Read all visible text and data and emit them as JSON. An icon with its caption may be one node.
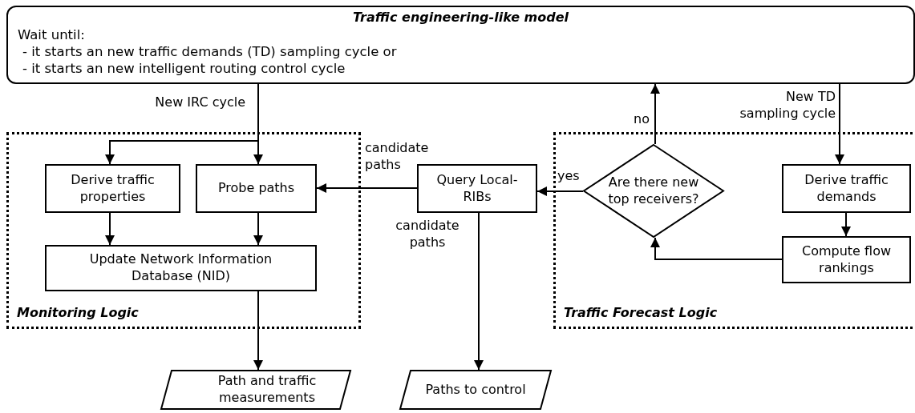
{
  "diagram": {
    "nodes": [
      {
        "text": [
          "Traffic engineering-like model",
          "Wait until:",
          "- it starts an new traffic demands (TD) sampling cycle or",
          "- it starts an new intelligent routing control cycle"
        ]
      },
      {
        "text": [
          "Monitoring Logic"
        ]
      },
      {
        "text": [
          "Derive traffic properties"
        ],
        "in": 1
      },
      {
        "text": [
          "Probe paths"
        ],
        "in": 1
      },
      {
        "text": [
          "Update Network Information Database (NID)"
        ],
        "in": 1
      },
      {
        "text": [
          "Query Local-RIBs"
        ]
      },
      {
        "text": [
          "Traffic Forecast Logic"
        ]
      },
      {
        "text": [
          "Are there new top receivers?"
        ],
        "in": 6
      },
      {
        "text": [
          "Derive traffic demands"
        ],
        "in": 6
      },
      {
        "text": [
          "Compute flow rankings"
        ],
        "in": 6
      },
      {
        "text": [
          "Path and traffic measurements"
        ]
      },
      {
        "text": [
          "Paths to control"
        ]
      }
    ],
    "edges": [
      {
        "from": 0,
        "to": 3,
        "arrow": "to",
        "label": "New IRC cycle"
      },
      {
        "from": 0,
        "to": 2,
        "arrow": "to"
      },
      {
        "from": 0,
        "to": 8,
        "arrow": "to",
        "label": "New TD sampling cycle"
      },
      {
        "from": 7,
        "to": 0,
        "arrow": "to",
        "label": "no"
      },
      {
        "from": 7,
        "to": 5,
        "arrow": "to",
        "label": "yes"
      },
      {
        "from": 5,
        "to": 3,
        "arrow": "to",
        "label": "candidate paths"
      },
      {
        "from": 5,
        "to": 11,
        "arrow": "to",
        "label": "candidate paths"
      },
      {
        "from": 2,
        "to": 4,
        "arrow": "to"
      },
      {
        "from": 3,
        "to": 4,
        "arrow": "to"
      },
      {
        "from": 4,
        "to": 10,
        "arrow": "to"
      },
      {
        "from": 8,
        "to": 9,
        "arrow": "to"
      },
      {
        "from": 9,
        "to": 7,
        "arrow": "to"
      }
    ]
  }
}
